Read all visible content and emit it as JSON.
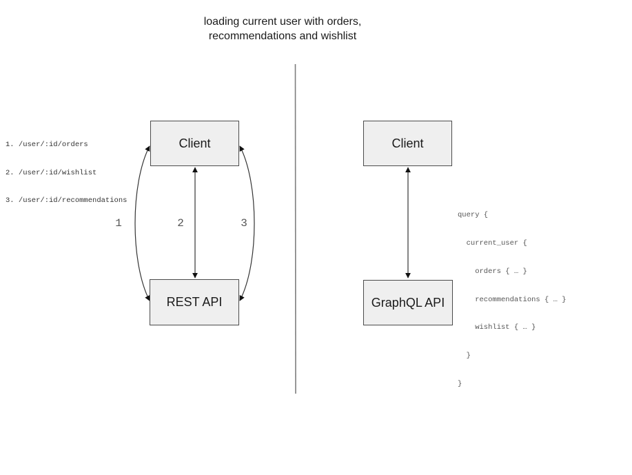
{
  "title": {
    "line1": "loading current user with orders,",
    "line2": "recommendations and wishlist"
  },
  "left_panel": {
    "endpoints": [
      "1. /user/:id/orders",
      "2. /user/:id/wishlist",
      "3. /user/:id/recommendations"
    ],
    "client_box_label": "Client",
    "api_box_label": "REST API",
    "arrow_labels": [
      "1",
      "2",
      "3"
    ]
  },
  "right_panel": {
    "client_box_label": "Client",
    "api_box_label": "GraphQL API",
    "query_lines": [
      "query {",
      "  current_user {",
      "    orders { … }",
      "    recommendations { … }",
      "    wishlist { … }",
      "  }",
      "}"
    ]
  },
  "colors": {
    "box_fill": "#efefef",
    "box_border": "#4a4a4a",
    "arrow_stroke": "#333333",
    "arrowhead_fill": "#111111",
    "divider": "#7d7d7d",
    "muted_text": "#555555",
    "code_text": "#333333",
    "title_text": "#1a1a1a"
  }
}
